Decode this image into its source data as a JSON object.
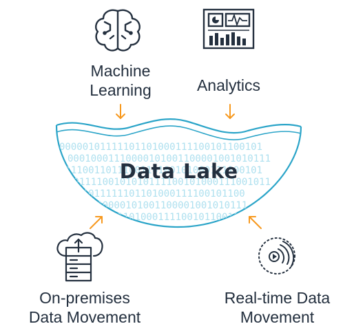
{
  "diagram": {
    "center_title": "Data Lake",
    "binary_rows": [
      "00000101111101101000111100101100101",
      "00010001110000101001100001001010111",
      "11110011011100110100101000111100101",
      "10111100101010111100101000111001011",
      "01101011111101101000111100101100",
      "0010100000101001100001001010111",
      "10011010101101000111100101100101"
    ],
    "consumers": [
      {
        "id": "ml",
        "label_lines": [
          "Machine",
          "Learning"
        ],
        "icon": "brain-icon"
      },
      {
        "id": "analytics",
        "label_lines": [
          "Analytics"
        ],
        "icon": "dashboard-icon"
      }
    ],
    "sources": [
      {
        "id": "onprem",
        "label_lines": [
          "On-premises",
          "Data Movement"
        ],
        "icon": "cloud-server-icon"
      },
      {
        "id": "realtime",
        "label_lines": [
          "Real-time Data",
          "Movement"
        ],
        "icon": "stream-icon"
      }
    ],
    "colors": {
      "lake_stroke": "#2aa4c8",
      "binary_text": "#aee0ef",
      "arrow": "#f7981d",
      "text": "#232f3e",
      "icon": "#232f3e"
    }
  }
}
